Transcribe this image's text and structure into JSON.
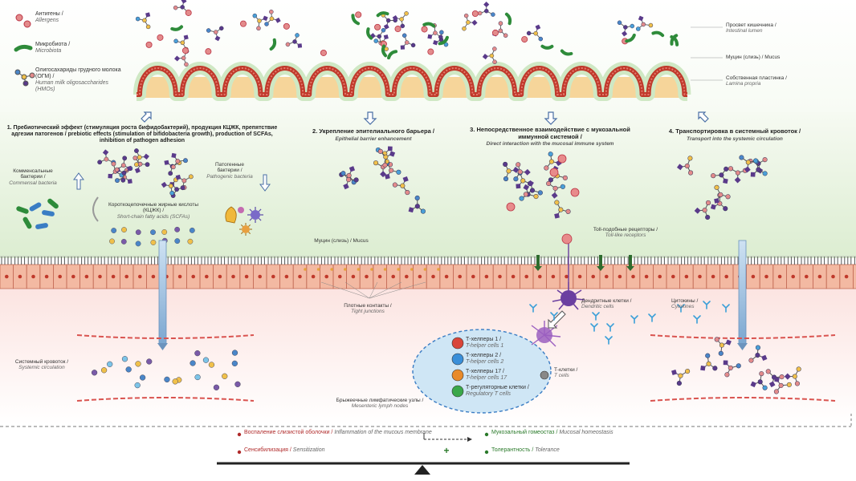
{
  "legend": {
    "microbes_ru": "Антигены /",
    "microbes_en": "Allergens",
    "microbiota_ru": "Микробиота /",
    "microbiota_en": "Microbiota",
    "hmo_ru": "Олигосахариды грудного молока (ОГМ) /",
    "hmo_en": "Human milk oligosaccharides (HMOs)"
  },
  "right_labels": {
    "lumen_ru": "Просвет кишечника /",
    "lumen_en": "Intestinal lumen",
    "mucus_ru": "Муцин (слизь) / Mucus",
    "lamina_ru": "Собственная пластинка /",
    "lamina_en": "Lamina propria"
  },
  "sections": [
    {
      "title": "1. Пребиотический эффект (стимуляция роста бифидобактерий), продукция КЦЖК, препятствие адгезии патогенов / prebiotic effects (stimulation of bifidobacteria growth), production of SCFAs, inhibition of pathogen adhesion",
      "sub": ""
    },
    {
      "title": "2. Укрепление эпителиального барьера /",
      "sub": "Epithelial barrier enhancement"
    },
    {
      "title": "3. Непосредственное взаимодействие с мукозальной иммунной системой /",
      "sub": "Direct interaction with the mucosal immune system"
    },
    {
      "title": "4. Транспортировка в системный кровоток /",
      "sub": "Transport into the systemic circulation"
    }
  ],
  "section1_labels": {
    "commensal_ru": "Комменсальные бактерии /",
    "commensal_en": "Commensal bacteria",
    "scfa_ru": "Короткоцепочечные жирные кислоты (КЦЖК) /",
    "scfa_en": "Short-chain fatty acids (SCFAs)",
    "pathogens_ru": "Патогенные бактерии /",
    "pathogens_en": "Pathogenic bacteria"
  },
  "mid_labels": {
    "mucus_villi": "Муцин (слизь) / Mucus",
    "tight_ru": "Плотные контакты /",
    "tight_en": "Tight junctions",
    "tlr_ru": "Toll-подобные рецепторы /",
    "tlr_en": "Toll-like receptors",
    "dc_ru": "Дендритные клетки /",
    "dc_en": "Dendritic cells",
    "cytokines_ru": "Цитокины /",
    "cytokines_en": "Cytokines",
    "systemic_ru": "Системный кровоток /",
    "systemic_en": "Systemic circulation",
    "lymph_ru": "Брыжеечные лимфатические узлы /",
    "lymph_en": "Mesenteric lymph nodes",
    "tcells_ru": "Т-клетки /",
    "tcells_en": "T cells"
  },
  "lymph_cells": [
    {
      "ru": "Т-хелперы 1 /",
      "en": "T-helper cells 1",
      "color": "#d9453a"
    },
    {
      "ru": "Т-хелперы 2 /",
      "en": "T-helper cells 2",
      "color": "#3a8fd9"
    },
    {
      "ru": "Т-хелперы 17 /",
      "en": "T-helper cells 17",
      "color": "#e88a2a"
    },
    {
      "ru": "Т-регуляторные клетки /",
      "en": "Regulatory T cells",
      "color": "#3aa84a"
    }
  ],
  "bottom": {
    "left": [
      {
        "ru": "Воспаление слизистой оболочки /",
        "en": "Inflammation of the mucous membrane"
      },
      {
        "ru": "Сенсибилизация /",
        "en": "Sensitization"
      }
    ],
    "right": [
      {
        "ru": "Мукозальный гомеостаз /",
        "en": "Mucosal homeostasis"
      },
      {
        "ru": "Толерантность /",
        "en": "Tolerance"
      }
    ],
    "plus": "+"
  },
  "colors": {
    "villi_red": "#c0392b",
    "villi_green": "#cfe8c4",
    "mucus_bg": "#e4f1dc",
    "epithelium": "#f1b39a",
    "lamina_bg": "#fbe3e3",
    "lymph_node": "#cfe6f5",
    "hmo_blue": "#3a7dc4",
    "hmo_purple": "#5a3a8a",
    "microbe_green": "#2e8b3a",
    "allergen_red": "#d9534f"
  }
}
